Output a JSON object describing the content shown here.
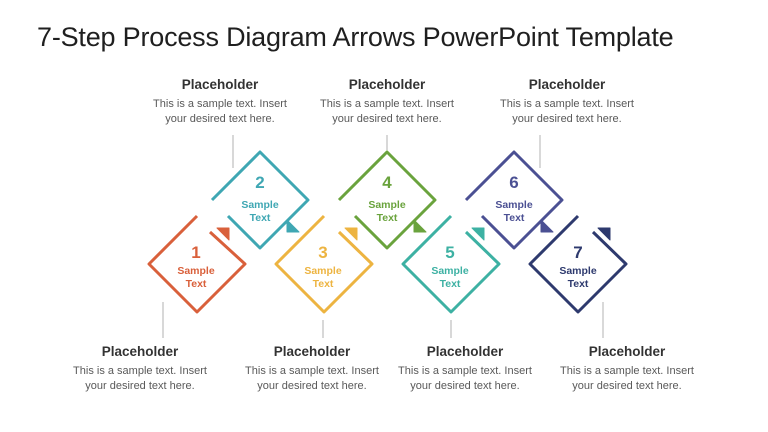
{
  "title": "7-Step Process Diagram Arrows PowerPoint Template",
  "steps": [
    {
      "number": "1",
      "line1": "Sample",
      "line2": "Text",
      "color": "#D9603B"
    },
    {
      "number": "2",
      "line1": "Sample",
      "line2": "Text",
      "color": "#3FA7B3"
    },
    {
      "number": "3",
      "line1": "Sample",
      "line2": "Text",
      "color": "#EDB441"
    },
    {
      "number": "4",
      "line1": "Sample",
      "line2": "Text",
      "color": "#6AA33D"
    },
    {
      "number": "5",
      "line1": "Sample",
      "line2": "Text",
      "color": "#3DB1A3"
    },
    {
      "number": "6",
      "line1": "Sample",
      "line2": "Text",
      "color": "#4B5093"
    },
    {
      "number": "7",
      "line1": "Sample",
      "line2": "Text",
      "color": "#2E3A6E"
    }
  ],
  "labels": {
    "top": [
      {
        "heading": "Placeholder",
        "line1": "This is a sample text. Insert",
        "line2": "your desired text here."
      },
      {
        "heading": "Placeholder",
        "line1": "This is a sample text. Insert",
        "line2": "your desired text here."
      },
      {
        "heading": "Placeholder",
        "line1": "This is a sample text. Insert",
        "line2": "your desired text here."
      }
    ],
    "bottom": [
      {
        "heading": "Placeholder",
        "line1": "This is a sample text. Insert",
        "line2": "your desired text here."
      },
      {
        "heading": "Placeholder",
        "line1": "This is a sample text. Insert",
        "line2": "your desired text here."
      },
      {
        "heading": "Placeholder",
        "line1": "This is a sample text. Insert",
        "line2": "your desired text here."
      },
      {
        "heading": "Placeholder",
        "line1": "This is a sample text. Insert",
        "line2": "your desired text here."
      }
    ]
  },
  "connector_color": "#BFBFBF"
}
